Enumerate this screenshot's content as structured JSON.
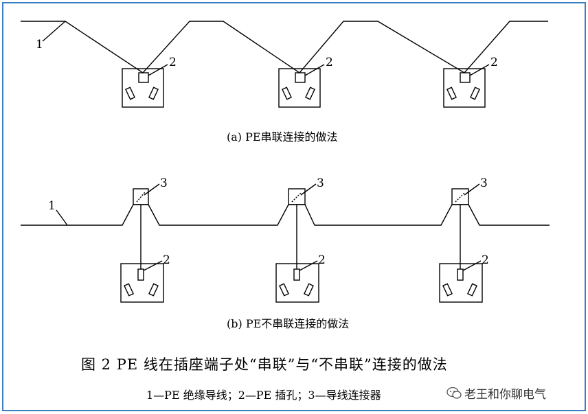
{
  "labels": {
    "wire": "1",
    "socket_hole": "2",
    "connector": "3"
  },
  "captions": {
    "a": "(a) PE串联连接的做法",
    "b": "(b) PE不串联连接的做法"
  },
  "figure_title": "图 2   PE 线在插座端子处“串联”与“不串联”连接的做法",
  "legend": "1—PE 绝缘导线；2—PE 插孔；3—导线连接器",
  "watermark": "老王和你聊电气",
  "colors": {
    "frame": "#3a7fc4",
    "line": "#000000"
  }
}
